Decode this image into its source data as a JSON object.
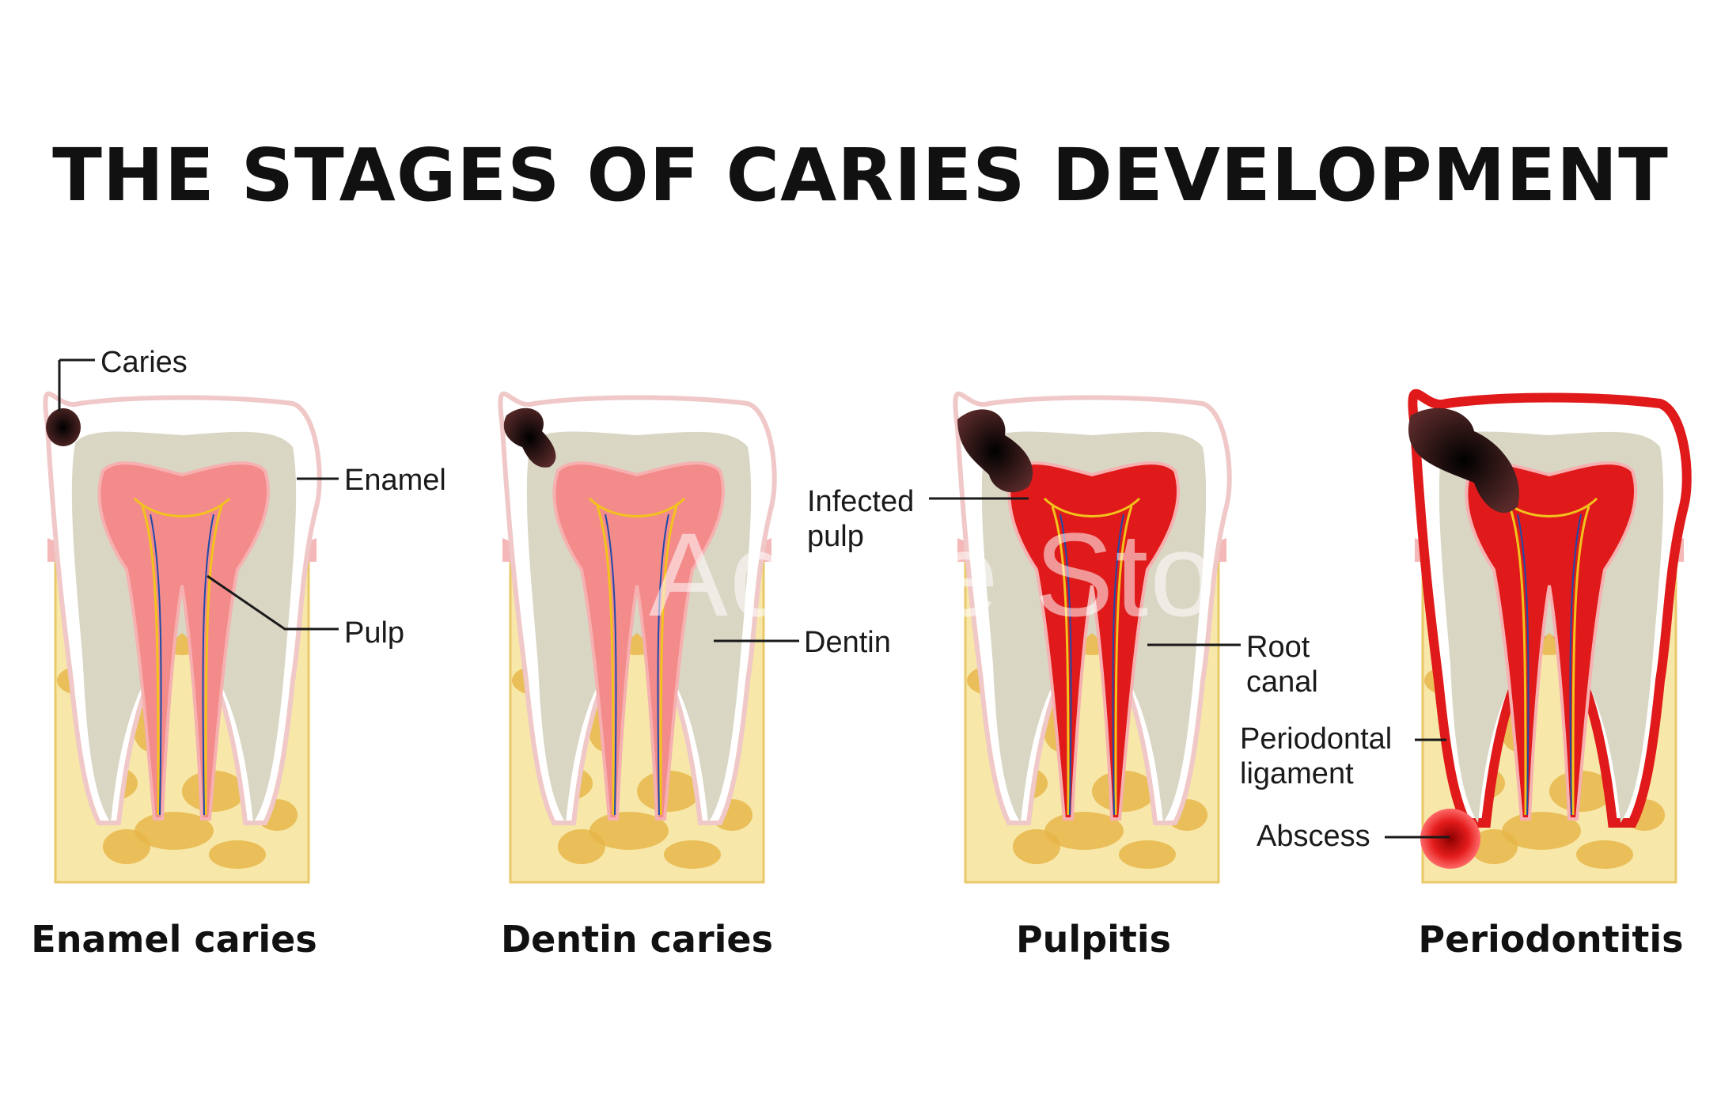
{
  "title": "THE STAGES OF CARIES DEVELOPMENT",
  "stages": [
    {
      "name": "Enamel caries"
    },
    {
      "name": "Dentin caries"
    },
    {
      "name": "Pulpitis"
    },
    {
      "name": "Periodontitis"
    }
  ],
  "callouts": {
    "caries": "Caries",
    "enamel": "Enamel",
    "pulp": "Pulp",
    "dentin": "Dentin",
    "infected_pulp": "Infected\npulp",
    "root_canal": "Root\ncanal",
    "periodontal_ligament": "Periodontal\nligament",
    "abscess": "Abscess"
  },
  "watermark": "Adobe Stock",
  "colors": {
    "bone": "#f7e7a8",
    "bone_spots": "#e8b64a",
    "gum": "#f4b8b8",
    "enamel": "#ffffff",
    "dentin": "#d9d6c4",
    "pulp": "#f48b8b",
    "infected_pulp": "#e01a1a",
    "caries": "#2a0f10",
    "abscess": "#e41c1c"
  }
}
